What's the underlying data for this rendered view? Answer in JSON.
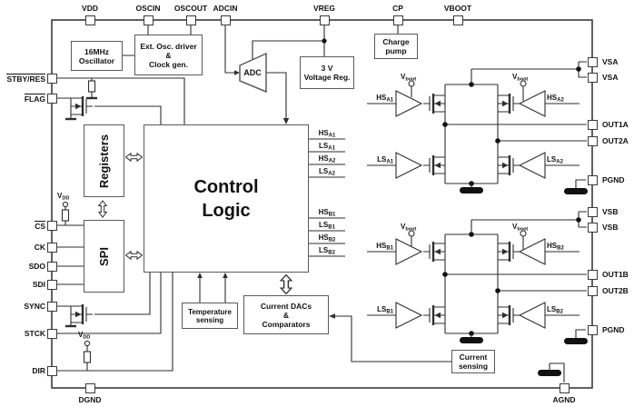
{
  "colors": {
    "wire": "#2e2e2e",
    "border": "#3a3a3a",
    "block_border": "#5a5a5a",
    "text": "#111111",
    "background": "#ffffff"
  },
  "pins": {
    "top": [
      "VDD",
      "OSCIN",
      "OSCOUT",
      "ADCIN",
      "VREG",
      "CP",
      "VBOOT"
    ],
    "left": [
      "STBY/RES",
      "FLAG",
      "CS",
      "CK",
      "SDO",
      "SDI",
      "SYNC",
      "STCK",
      "DIR"
    ],
    "right": [
      "VSA",
      "VSA",
      "OUT1A",
      "OUT2A",
      "PGND",
      "VSB",
      "VSB",
      "OUT1B",
      "OUT2B",
      "PGND"
    ],
    "bottom": [
      "DGND",
      "AGND"
    ]
  },
  "blocks": {
    "oscillator": [
      "16MHz",
      "Oscillator"
    ],
    "ext_osc": [
      "Ext. Osc. driver",
      "&",
      "Clock gen."
    ],
    "adc": "ADC",
    "voltage_reg": [
      "3 V",
      "Voltage Reg."
    ],
    "charge_pump": [
      "Charge",
      "pump"
    ],
    "registers": "Registers",
    "spi": "SPI",
    "control_logic": [
      "Control",
      "Logic"
    ],
    "temperature": [
      "Temperature",
      "sensing"
    ],
    "current_dacs": [
      "Current DACs",
      "&",
      "Comparators"
    ],
    "current_sensing": [
      "Current",
      "sensing"
    ]
  },
  "signals": {
    "gate": [
      {
        "base": "HS",
        "sub": "A1"
      },
      {
        "base": "LS",
        "sub": "A1"
      },
      {
        "base": "HS",
        "sub": "A2"
      },
      {
        "base": "LS",
        "sub": "A2"
      },
      {
        "base": "HS",
        "sub": "B1"
      },
      {
        "base": "LS",
        "sub": "B1"
      },
      {
        "base": "HS",
        "sub": "B2"
      },
      {
        "base": "LS",
        "sub": "B2"
      }
    ],
    "vboot": {
      "base": "V",
      "sub": "boot"
    },
    "vdd": {
      "base": "V",
      "sub": "DD"
    }
  }
}
